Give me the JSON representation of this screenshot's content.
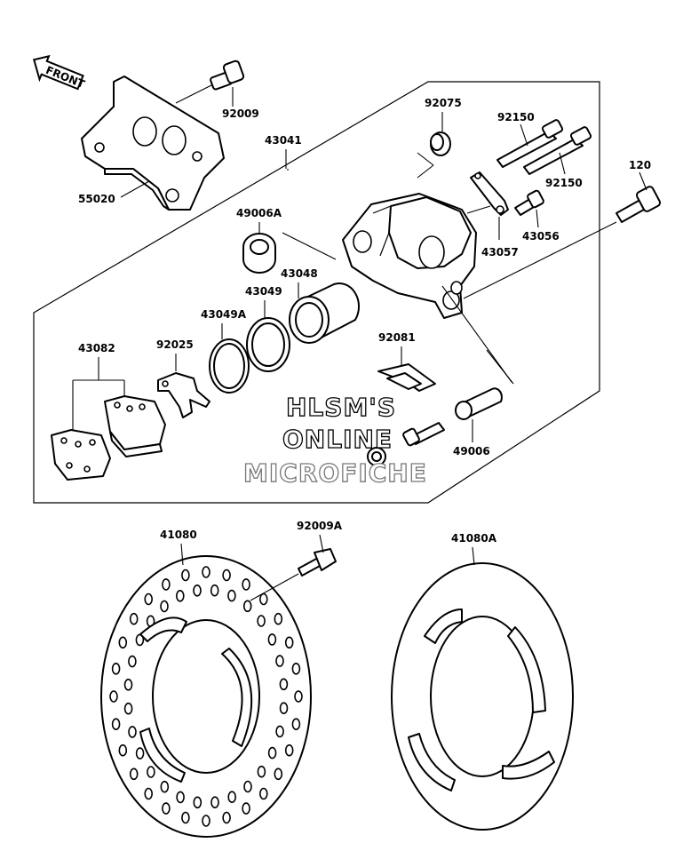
{
  "front_arrow": {
    "label": "FRONT"
  },
  "watermark": {
    "line1": "HLSM'S",
    "line2": "ONLINE",
    "line3": "MICROFICHE"
  },
  "parts": {
    "p92009": "92009",
    "p55020": "55020",
    "p43041": "43041",
    "p92075": "92075",
    "p92150a": "92150",
    "p92150b": "92150",
    "p120": "120",
    "p49006a": "49006A",
    "p43048": "43048",
    "p43049": "43049",
    "p43049a": "43049A",
    "p43057": "43057",
    "p43056": "43056",
    "p43082": "43082",
    "p92025": "92025",
    "p92081": "92081",
    "p49006": "49006",
    "p41080": "41080",
    "p92009a": "92009A",
    "p41080a": "41080A"
  }
}
